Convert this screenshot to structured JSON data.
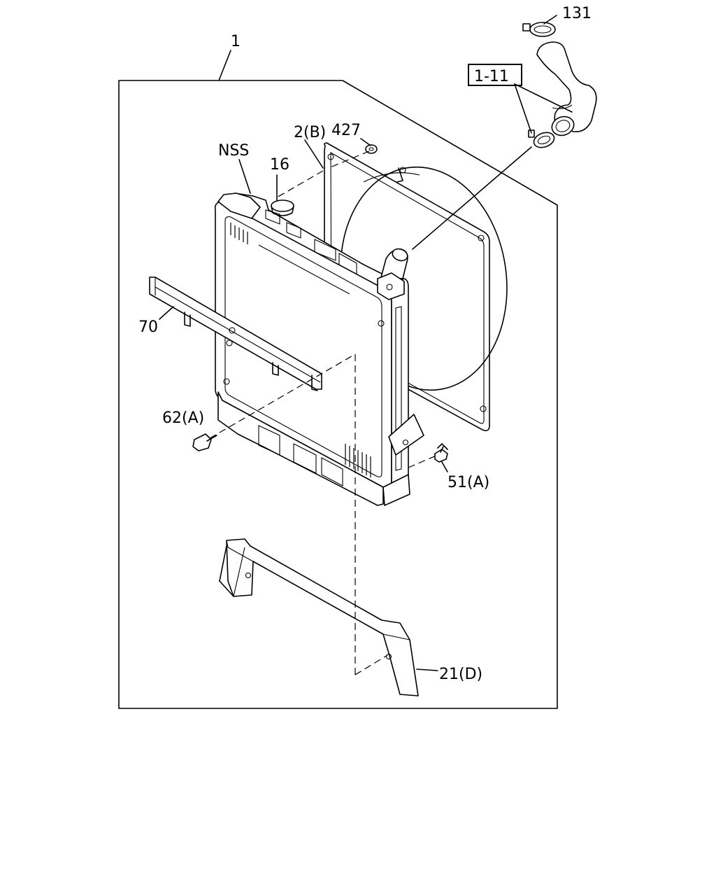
{
  "callouts": {
    "assembly": "1",
    "clamp_131": "131",
    "ref_1_11": "1-11",
    "bracket_2b": "2(B)",
    "nut_427": "427",
    "nss": "NSS",
    "cap_16": "16",
    "bar_70": "70",
    "bolt_62a": "62(A)",
    "bolt_51a": "51(A)",
    "support_21d": "21(D)"
  }
}
